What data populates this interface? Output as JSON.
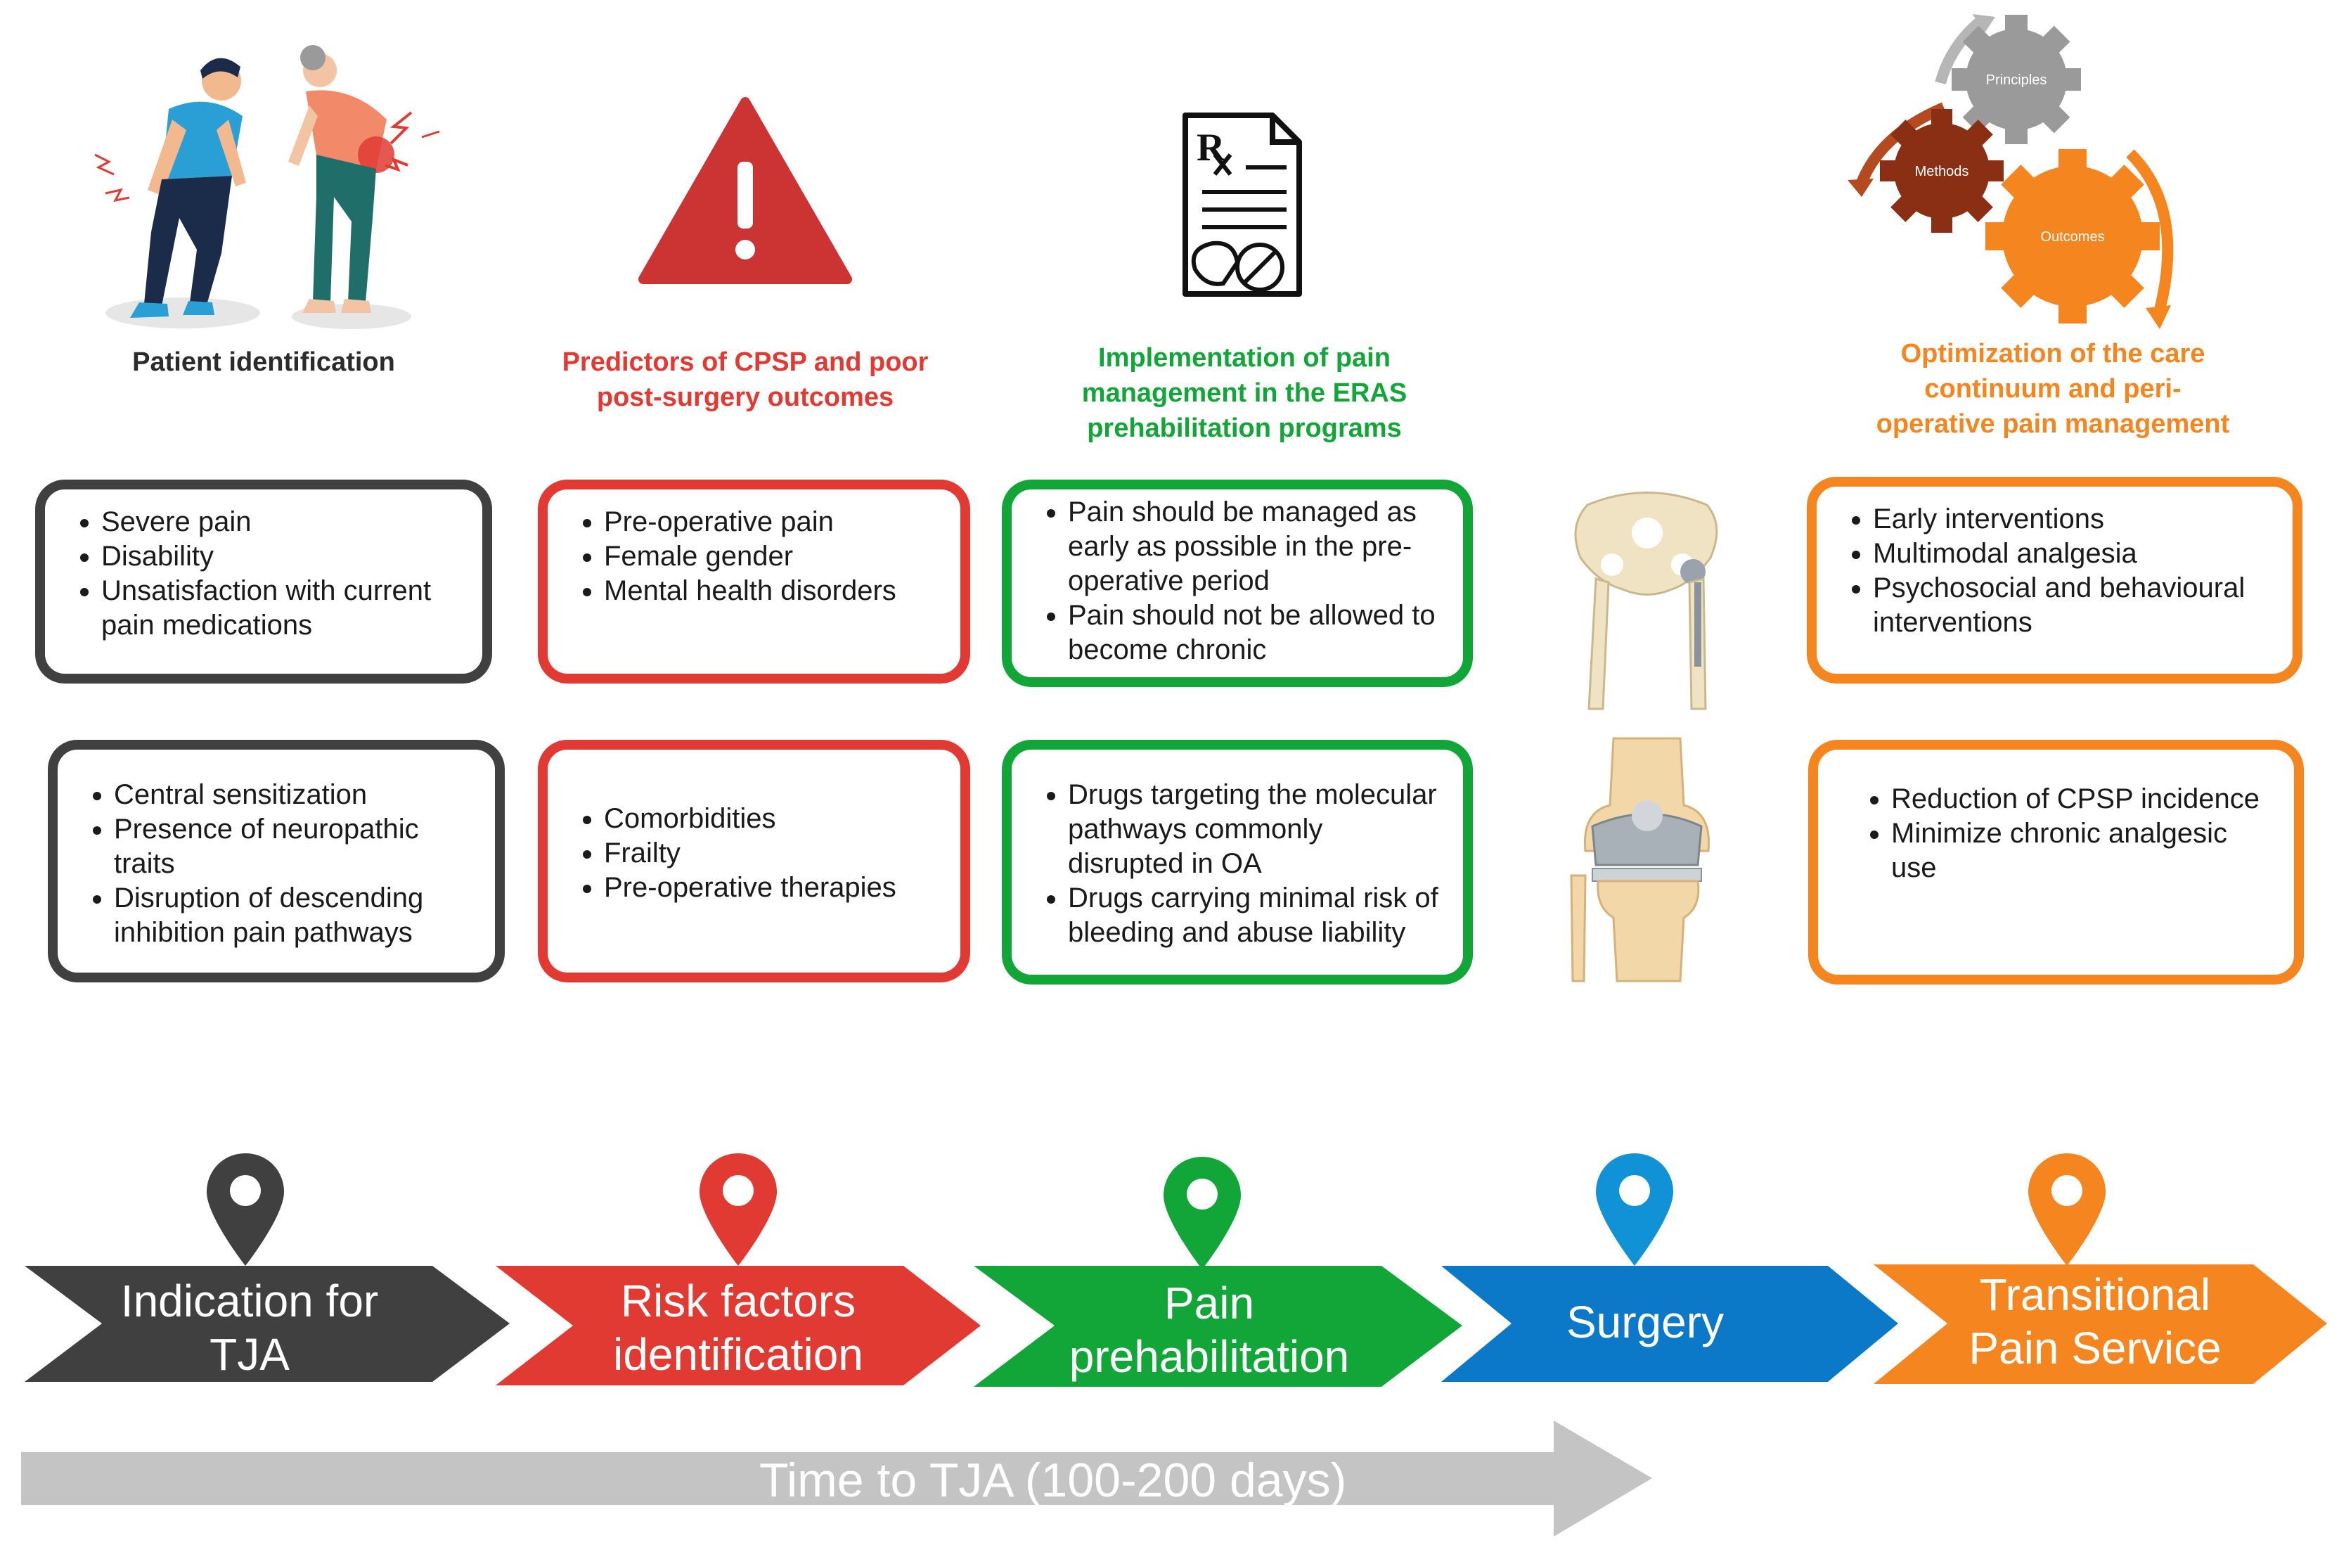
{
  "titles": {
    "patient": "Patient identification",
    "predictors": [
      "Predictors of CPSP and poor",
      "post-surgery outcomes"
    ],
    "implementation": [
      "Implementation of pain",
      "management in the ERAS",
      "prehabilitation programs"
    ],
    "optimization": [
      "Optimization of the care",
      "continuum and peri-",
      "operative pain management"
    ]
  },
  "gears": {
    "principles": "Principles",
    "methods": "Methods",
    "outcomes": "Outcomes"
  },
  "boxes": {
    "patient_top": [
      "Severe pain",
      "Disability",
      "Unsatisfaction with current pain medications"
    ],
    "patient_bottom": [
      "Central sensitization",
      "Presence of neuropathic traits",
      "Disruption of descending inhibition pain pathways"
    ],
    "risk_top": [
      "Pre-operative pain",
      "Female gender",
      "Mental health disorders"
    ],
    "risk_bottom": [
      "Comorbidities",
      "Frailty",
      "Pre-operative therapies"
    ],
    "pain_top": [
      "Pain should be managed as early as possible in the pre-operative period",
      "Pain should not be allowed to become chronic"
    ],
    "pain_bottom": [
      "Drugs targeting the molecular pathways commonly disrupted in OA",
      "Drugs carrying minimal risk of bleeding and abuse liability"
    ],
    "tps_top": [
      "Early interventions",
      "Multimodal analgesia",
      "Psychosocial and behavioural interventions"
    ],
    "tps_bottom": [
      "Reduction of CPSP incidence",
      "Minimize chronic analgesic use"
    ]
  },
  "stages": [
    {
      "line1": "Indication for",
      "line2": "TJA",
      "color": "#404040"
    },
    {
      "line1": "Risk factors",
      "line2": "identification",
      "color": "#e03a33"
    },
    {
      "line1": "Pain",
      "line2": "prehabilitation",
      "color": "#12a538"
    },
    {
      "line1": "Surgery",
      "line2": "",
      "color": "#0c78c8"
    },
    {
      "line1": "Transitional",
      "line2": "Pain Service",
      "color": "#f5861f"
    }
  ],
  "pin_colors": [
    "#404040",
    "#e03a33",
    "#12a538",
    "#1192d6",
    "#f5861f"
  ],
  "timeline": {
    "label": "Time to TJA (100-200 days)",
    "color": "#c4c4c4"
  },
  "colors": {
    "dark": "#404040",
    "red": "#e03a33",
    "green": "#12a538",
    "orange": "#f5861f",
    "blue": "#0c78c8"
  },
  "icons": [
    "patients-in-pain-illustration",
    "warning-icon",
    "prescription-icon",
    "gears-icon",
    "hip-implant-illustration",
    "knee-implant-illustration",
    "location-pin-icon"
  ]
}
